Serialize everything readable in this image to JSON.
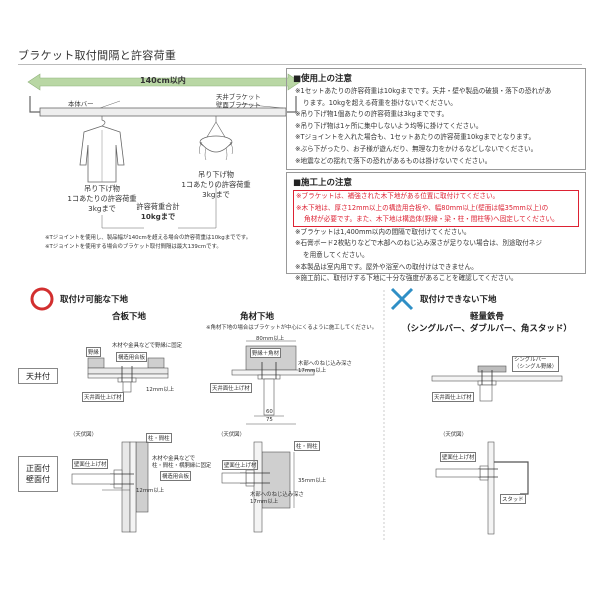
{
  "page": {
    "title": "ブラケット取付間隔と許容荷重"
  },
  "top_diagram": {
    "span_label": "140cm以内",
    "bar_label": "本体バー",
    "bracket_label_1": "天井ブラケット",
    "bracket_label_2": "壁面ブラケット",
    "hanger_caption_1": "吊り下げ物",
    "hanger_caption_2": "1コあたりの許容荷重",
    "hanger_caption_3": "3kgまで",
    "plant_caption_1": "吊り下げ物",
    "plant_caption_2": "1コあたりの許容荷重",
    "plant_caption_3": "3kgまで",
    "total_caption_1": "許容荷重合計",
    "total_caption_2": "10kgまで",
    "note_1": "※Tジョイントを使用し、製品幅が140cmを超える場合の許容荷重は10kgまでです。",
    "note_2": "※Tジョイントを使用する場合のブラケット取付間隔は最大139cmです。"
  },
  "usage_notes": {
    "heading": "■使用上の注意",
    "lines": [
      "※1セットあたりの許容荷重は10kgまでです。天井・壁や製品の破損・落下の恐れがあ",
      "ります。10kgを超える荷重を掛けないでください。",
      "※吊り下げ物1個あたりの許容荷重は3kgまでです。",
      "※吊り下げ物は1ヶ所に集中しないよう均等に掛けてください。",
      "※Tジョイントを入れた場合も、1セットあたりの許容荷重10kgまでとなります。",
      "※ぶら下がったり、お子様が遊んだり、無理な力をかけるなどしないでください。",
      "※地震などの揺れで落下の恐れがあるものは掛けないでください。"
    ]
  },
  "install_notes": {
    "heading": "■施工上の注意",
    "red_lines": [
      "※ブラケットは、補強された木下地がある位置に取付けてください。",
      "※木下地は、厚さ12mm以上の構造用合板や、幅80mm以上(壁面は幅35mm以上)の",
      "角材が必要です。また、木下地は構造体(野縁・梁・柱・間柱等)へ固定してください。"
    ],
    "lines": [
      "※ブラケットは1,400mm以内の間隔で取付けてください。",
      "※石膏ボード2枚貼りなどで木部へのねじ込み深さが足りない場合は、別途取付ネジ",
      "を用意してください。",
      "※本製品は室内用です。屋外や浴室への取付けはできません。",
      "※施工前に、取付けする下地に十分な強度があることを確認してください。"
    ]
  },
  "ok_section": {
    "symbol": "○",
    "title": "取付け可能な下地",
    "col_plywood": "合板下地",
    "col_square": "角材下地",
    "square_note": "※角材下地の場合はブラケットが中心にくるように施工してください。"
  },
  "ng_section": {
    "symbol": "×",
    "title": "取付けできない下地",
    "col_title_1": "軽量鉄骨",
    "col_title_2": "（シングルバー、ダブルバー、角スタッド）"
  },
  "row_labels": {
    "ceiling": "天井付",
    "wall_1": "正面付",
    "wall_2": "壁面付"
  },
  "ceiling_plywood": {
    "nobuchi": "野縁",
    "fix_note": "木材や金具などで野縁に固定",
    "plywood": "構造用合板",
    "depth": "12mm以上",
    "finish": "天井面仕上げ材"
  },
  "ceiling_square": {
    "width_top": "80mm以上",
    "label": "野縁＋角材",
    "screw_note_1": "木部へのねじ込み深さ",
    "screw_note_2": "17mm以上",
    "finish": "天井面仕上げ材",
    "dim_60": "60",
    "dim_75": "75"
  },
  "ceiling_steel": {
    "label_1": "シングルバー",
    "label_2": "（シングル野縁）",
    "finish": "天井面仕上げ材"
  },
  "wall_plywood": {
    "view": "（天伏図）",
    "pillar": "柱・間柱",
    "fix_note_1": "木材や金具などで",
    "fix_note_2": "柱・間柱・横胴縁に固定",
    "plywood": "構造用合板",
    "finish_1": "壁面仕上げ材",
    "depth": "12mm以上"
  },
  "wall_square": {
    "view": "（天伏図）",
    "finish_1": "壁面仕上げ材",
    "pillar": "柱・間柱",
    "dim": "35mm以上",
    "screw_note_1": "木部へのねじ込み深さ",
    "screw_note_2": "17mm以上"
  },
  "wall_steel": {
    "view": "（天伏図）",
    "finish_1": "壁面仕上げ材",
    "stud": "スタッド"
  },
  "colors": {
    "bar_green": "#b9d7a4",
    "bar_stroke": "#8fb17a",
    "red": "#d22f2f",
    "blue_x": "#2f8fc6",
    "wood": "#cfcfcf",
    "steel": "#bdbdbd",
    "outline": "#555555"
  }
}
